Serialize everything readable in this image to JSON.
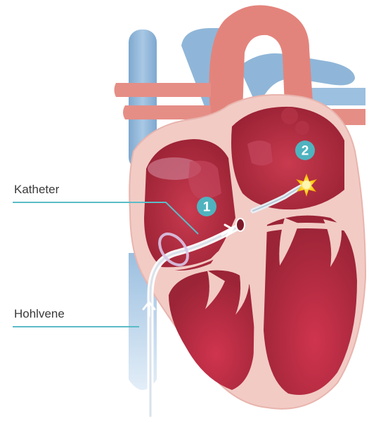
{
  "labels": {
    "catheter": "Katheter",
    "vena_cava": "Hohlvene"
  },
  "markers": [
    {
      "id": "marker-1",
      "number": "1"
    },
    {
      "id": "marker-2",
      "number": "2"
    }
  ],
  "colors": {
    "vein_blue": "#8fb6d8",
    "artery_red": "#e3847c",
    "heart_wall": "#f3c9c3",
    "chamber_red": "#a8283a",
    "marker_teal": "#4fb3bf",
    "callout_line": "#5bbcc8",
    "spark_yellow": "#ffd21a"
  },
  "icons": {
    "marker": "numbered-circle-icon",
    "spark": "ablation-spark-icon",
    "arrow": "flow-arrow-icon"
  }
}
